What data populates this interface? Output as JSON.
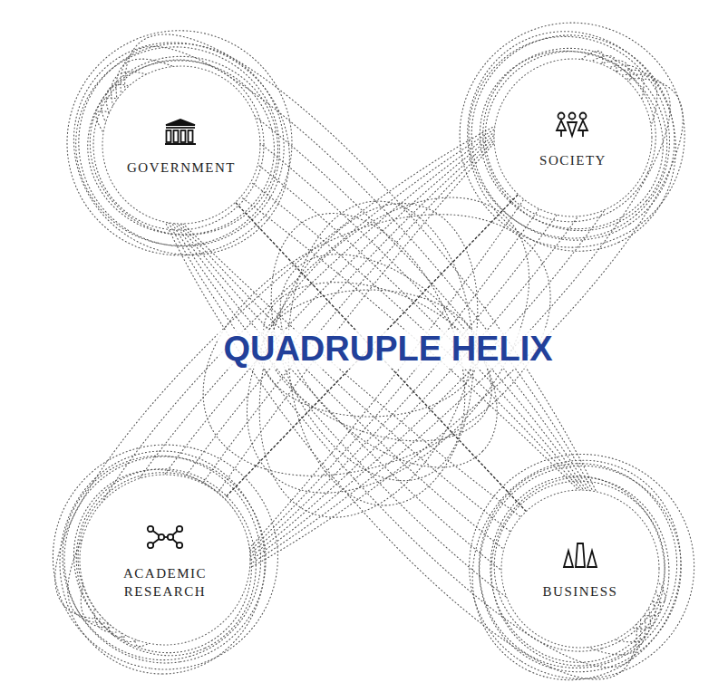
{
  "diagram": {
    "title": "QUADRUPLE HELIX",
    "nodes": [
      {
        "text": [
          "GOVERNMENT"
        ]
      },
      {
        "text": [
          "SOCIETY"
        ]
      },
      {
        "text": [
          "ACADEMIC RESEARCH"
        ]
      },
      {
        "text": [
          "BUSINESS"
        ]
      }
    ],
    "edges": [
      {
        "from": 0,
        "to": 3,
        "arrow": "none"
      },
      {
        "from": 1,
        "to": 2,
        "arrow": "none"
      }
    ]
  }
}
